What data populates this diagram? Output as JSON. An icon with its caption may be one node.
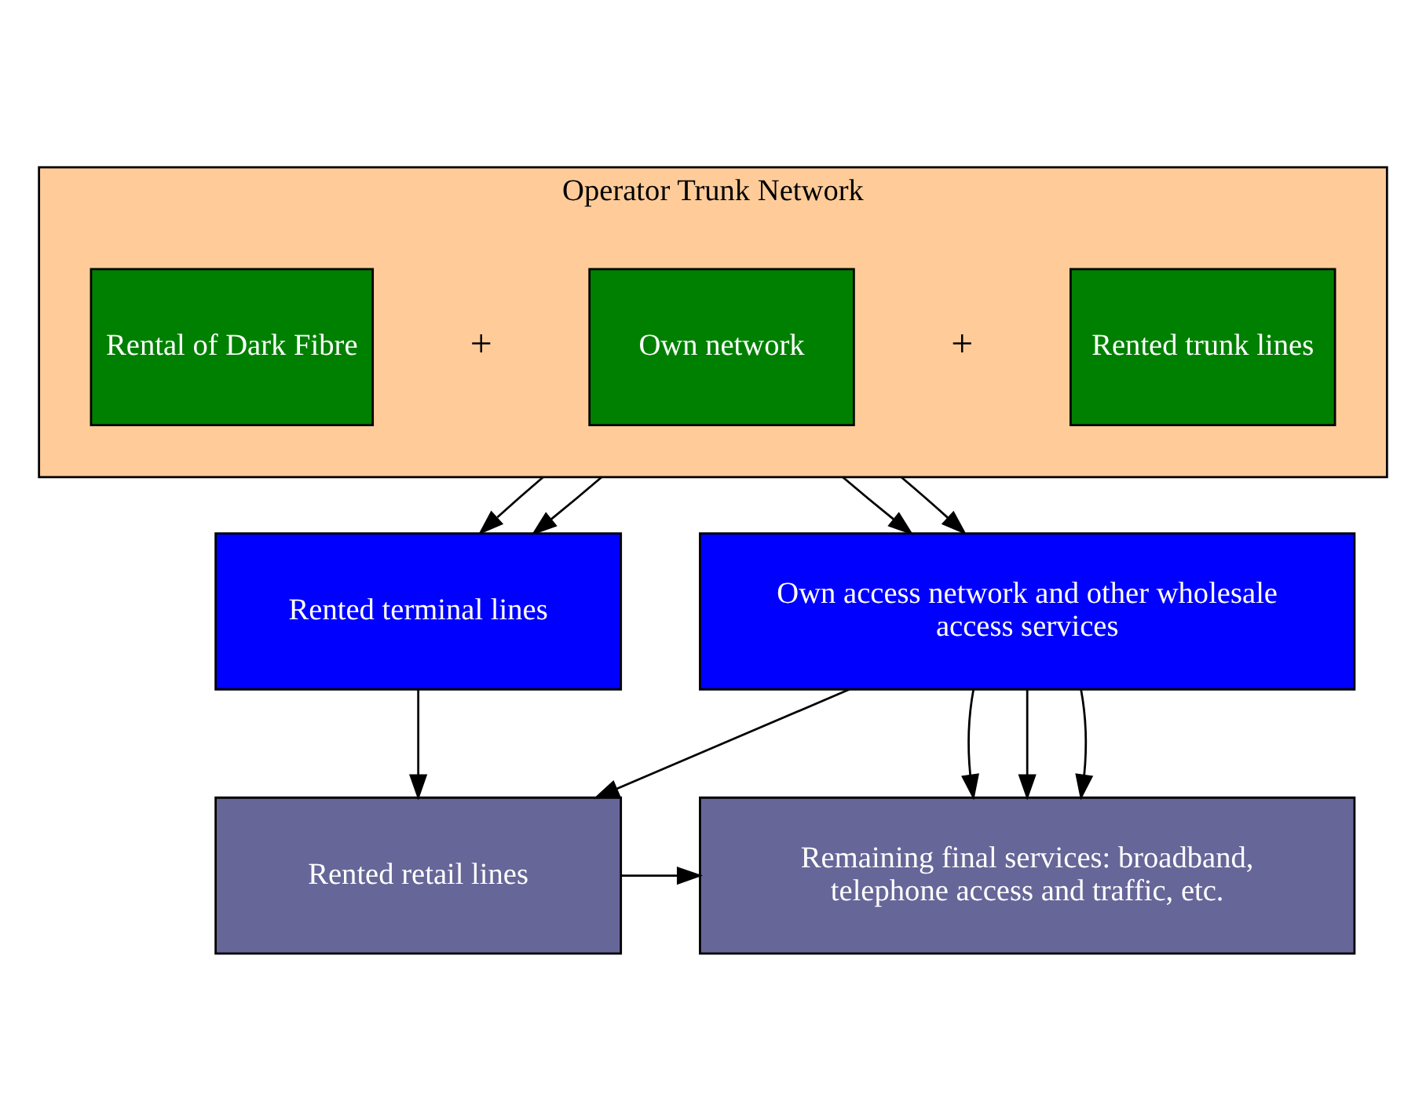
{
  "diagram": {
    "nodes": [
      {
        "text": [
          "Operator Trunk Network"
        ]
      },
      {
        "text": [
          "Rented trunk lines"
        ],
        "in": 0
      },
      {
        "text": [
          "Own network"
        ],
        "in": 0
      },
      {
        "text": [
          "Rental of Dark Fibre"
        ],
        "in": 0
      },
      {
        "text": [
          "Rented terminal lines"
        ]
      },
      {
        "text": [
          "Own access network and other wholesale access services"
        ]
      },
      {
        "text": [
          "Rented retail lines"
        ]
      },
      {
        "text": [
          "Remaining final services: broadband, telephone access and traffic, etc."
        ]
      }
    ],
    "edges": [
      {
        "from": 0,
        "to": 4,
        "arrow": "to"
      },
      {
        "from": 0,
        "to": 4,
        "arrow": "to"
      },
      {
        "from": 0,
        "to": 5,
        "arrow": "to"
      },
      {
        "from": 0,
        "to": 5,
        "arrow": "to"
      },
      {
        "from": 4,
        "to": 6,
        "arrow": "to"
      },
      {
        "from": 5,
        "to": 6,
        "arrow": "to"
      },
      {
        "from": 5,
        "to": 7,
        "arrow": "to"
      },
      {
        "from": 5,
        "to": 7,
        "arrow": "to"
      },
      {
        "from": 5,
        "to": 7,
        "arrow": "to"
      },
      {
        "from": 6,
        "to": 7,
        "arrow": "to"
      }
    ],
    "labels": [
      "+",
      "+"
    ]
  }
}
